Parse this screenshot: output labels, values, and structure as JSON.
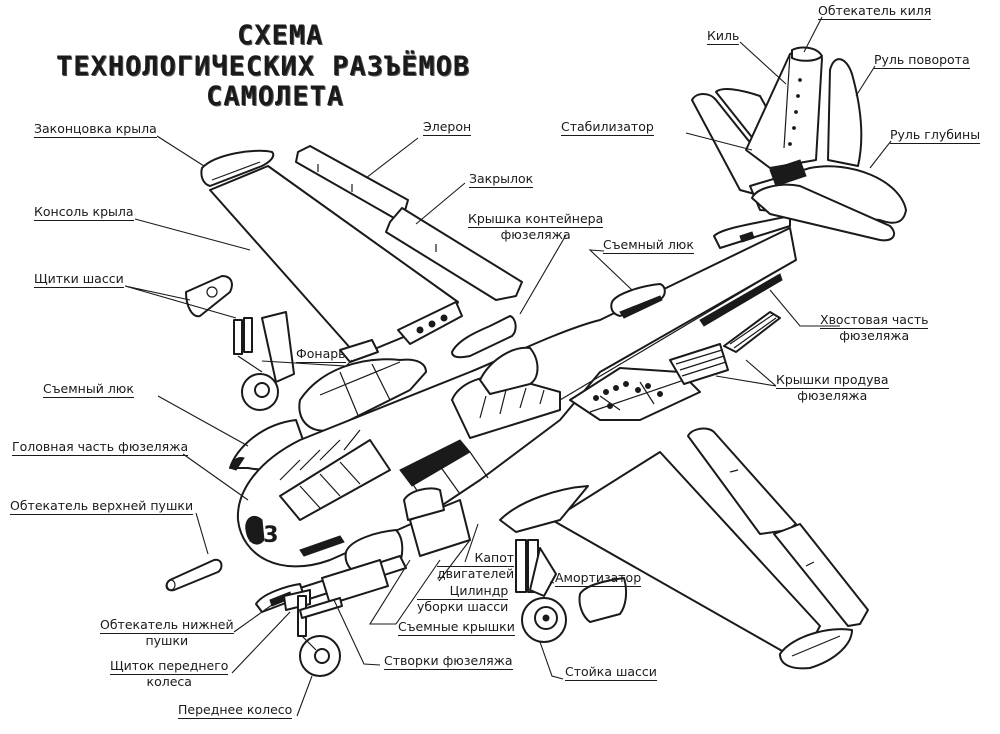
{
  "title": {
    "line1": "Схема",
    "line2": "технологических разъёмов",
    "line3": "самолета"
  },
  "labels": {
    "wingtip": "Законцовка крыла",
    "wing_console": "Консоль крыла",
    "gear_doors": "Щитки шасси",
    "canopy": "Фонарь",
    "removable_hatch_front": "Съемный люк",
    "nose_section": "Головная часть фюзеляжа",
    "upper_gun_fairing": "Обтекатель верхней пушки",
    "lower_gun_fairing_1": "Обтекатель нижней",
    "lower_gun_fairing_2": "пушки",
    "nose_wheel_door_1": "Щиток переднего",
    "nose_wheel_door_2": "колеса",
    "nose_wheel": "Переднее колесо",
    "fuselage_doors": "Створки фюзеляжа",
    "removable_covers": "Съемные крышки",
    "gear_retraction_cylinder_1": "Цилиндр",
    "gear_retraction_cylinder_2": "уборки шасси",
    "engine_cowling_1": "Капот",
    "engine_cowling_2": "двигателей",
    "shock_absorber": "Амортизатор",
    "gear_strut": "Стойка шасси",
    "aileron": "Элерон",
    "flap": "Закрылок",
    "container_cover_1": "Крышка контейнера",
    "container_cover_2": "фюзеляжа",
    "removable_hatch_rear": "Съемный люк",
    "stabilizer": "Стабилизатор",
    "fin": "Киль",
    "fin_fairing": "Обтекатель киля",
    "rudder": "Руль поворота",
    "elevator": "Руль глубины",
    "tail_section_1": "Хвостовая часть",
    "tail_section_2": "фюзеляжа",
    "blowout_covers_1": "Крышки продува",
    "blowout_covers_2": "фюзеляжа"
  },
  "aircraft_markings": {
    "nose_number": "33"
  }
}
